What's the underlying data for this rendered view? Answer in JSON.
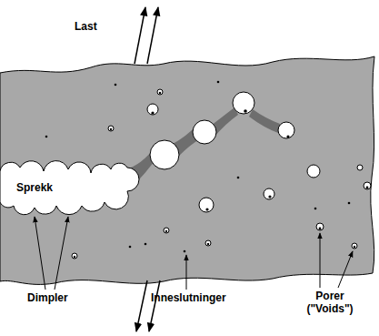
{
  "diagram": {
    "labels": [
      "Last",
      "Sprekk",
      "Dimpler",
      "Inneslutninger",
      "Porer (\"Voids\")"
    ]
  }
}
